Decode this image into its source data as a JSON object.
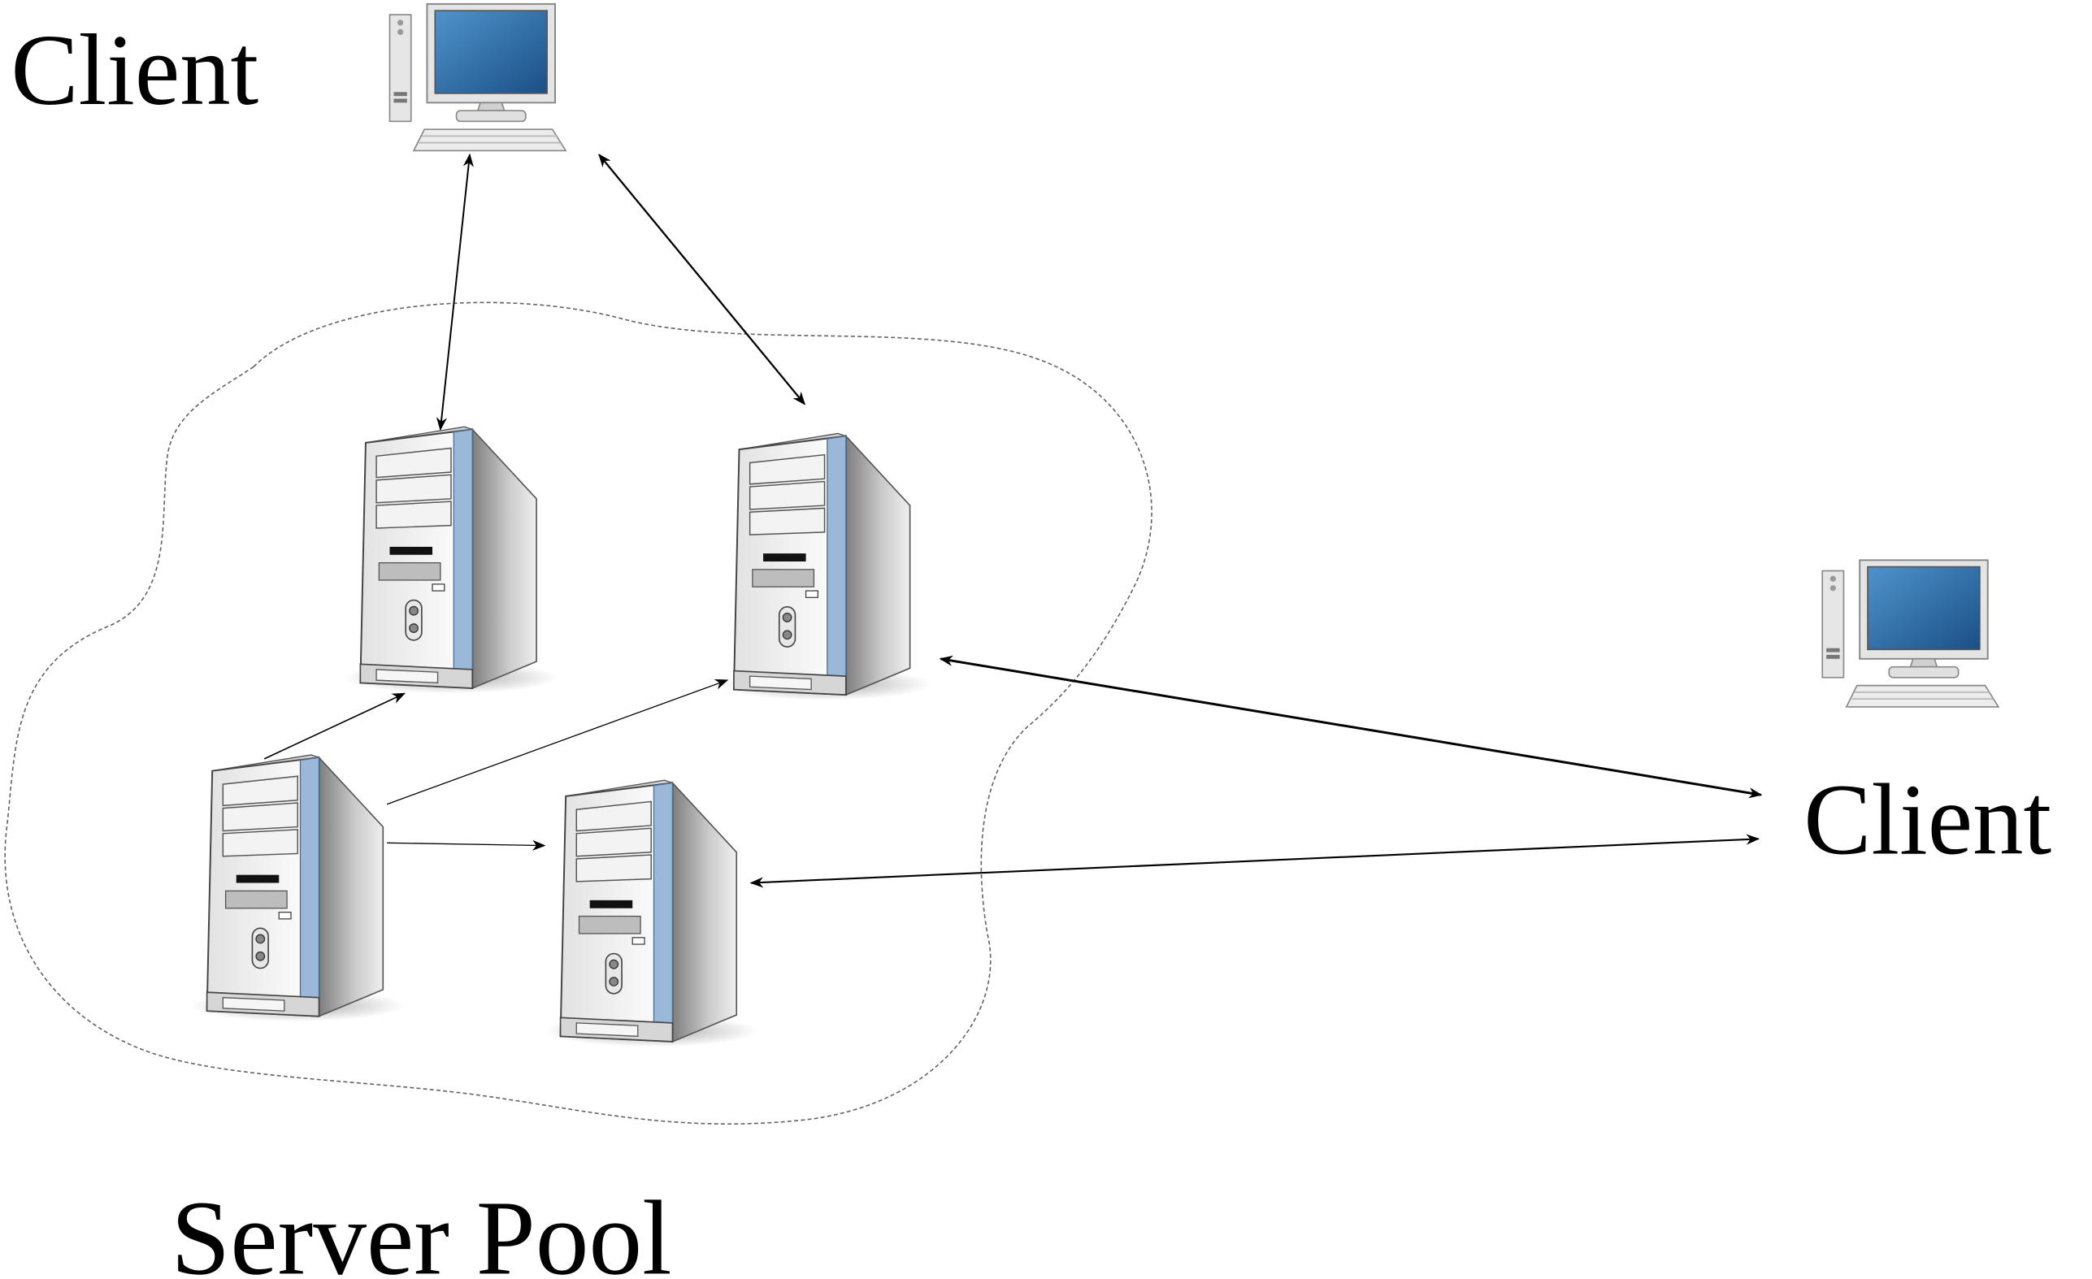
{
  "labels": {
    "client_top": "Client",
    "client_right": "Client",
    "server_pool": "Server Pool"
  },
  "icons": {
    "client_computer": "desktop-computer-icon",
    "server_tower": "server-tower-icon"
  },
  "colors": {
    "background": "#ffffff",
    "ink": "#000000",
    "pool_boundary": "#666666",
    "screen_blue": "#2f6fae",
    "case_gray": "#d9d9d9",
    "panel_blue": "#9bb8d8"
  }
}
